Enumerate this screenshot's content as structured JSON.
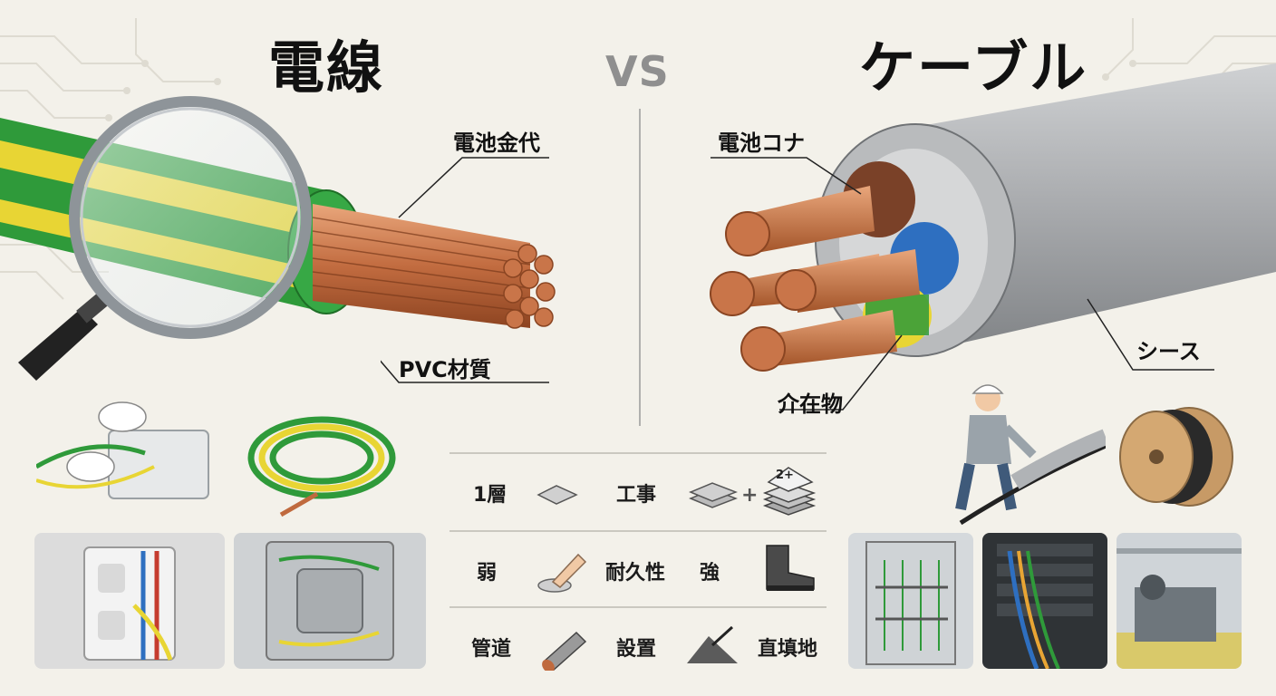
{
  "titles": {
    "left": "電線",
    "vs": "VS",
    "right": "ケーブル"
  },
  "callouts": {
    "wire_conductor": "電池金代",
    "wire_insulation": "PVC材質",
    "cable_conductor": "電池コナ",
    "cable_filler": "介在物",
    "cable_sheath": "シース"
  },
  "comparison": [
    {
      "left_label": "1層",
      "left_icon": "single-layer-icon",
      "center_label": "工事",
      "right_icon": "multi-layer-icon",
      "right_extra": "+",
      "right_badge": "2+"
    },
    {
      "left_label": "弱",
      "left_icon": "finger-press-icon",
      "center_label": "耐久性",
      "right_label": "強",
      "right_icon": "work-boot-icon"
    },
    {
      "left_label": "管道",
      "left_icon": "conduit-pipe-icon",
      "center_label": "設置",
      "right_label": "直填地",
      "right_icon": "buried-ground-icon"
    }
  ],
  "colors": {
    "background": "#f3f1ea",
    "copper": "#c06a3e",
    "wire_green": "#2f9a3a",
    "wire_yellow": "#e8d534",
    "sheath_gray": "#a8aaad",
    "core_brown": "#7a4128",
    "core_blue": "#2e6fc0"
  }
}
